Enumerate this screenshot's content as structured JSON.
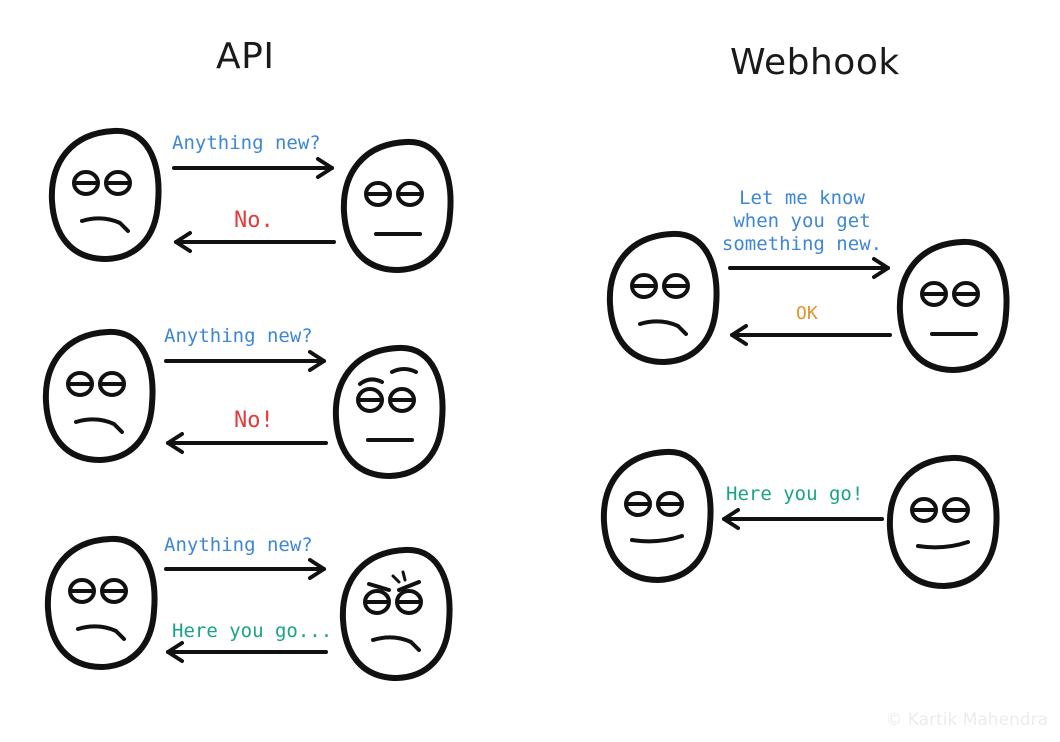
{
  "titles": {
    "api": "API",
    "webhook": "Webhook"
  },
  "api": {
    "rounds": [
      {
        "request": "Anything new?",
        "response": "No."
      },
      {
        "request": "Anything new?",
        "response": "No!"
      },
      {
        "request": "Anything new?",
        "response": "Here you go..."
      }
    ]
  },
  "webhook": {
    "subscribe": "Let me know\nwhen you get\nsomething new.",
    "ack": "OK",
    "deliver": "Here you go!"
  },
  "watermark": "© Kartik Mahendra",
  "colors": {
    "request": "#3e86d6",
    "negative": "#e53b3b",
    "delivery": "#19a386",
    "ack": "#e2922d",
    "ink": "#111111"
  }
}
